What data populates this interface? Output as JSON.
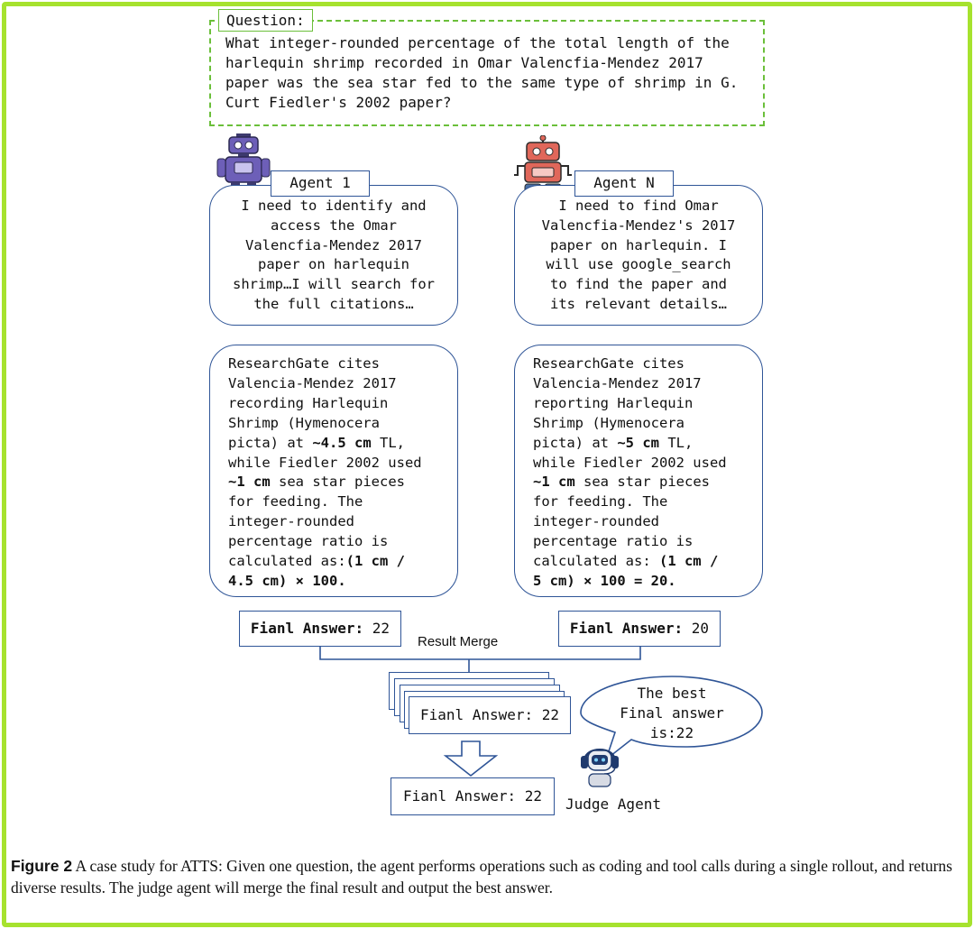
{
  "question": {
    "label": "Question:",
    "text": "What integer-rounded percentage of the total length of the\nharlequin shrimp recorded in Omar Valencfia-Mendez 2017\npaper was the sea star fed to the same type of shrimp in G.\nCurt Fiedler's 2002 paper?"
  },
  "agent_1": {
    "tag": "Agent 1",
    "thought": "I need to identify and\naccess the Omar\nValencfia-Mendez 2017\npaper on harlequin\nshrimp…I will search for\nthe full citations…",
    "reasoning": {
      "pre": "ResearchGate cites\nValencia-Mendez 2017\nrecording Harlequin\nShrimp (Hymenocera\npicta) at ",
      "b1": "~4.5 cm",
      "mid1": " TL,\nwhile Fiedler 2002 used\n",
      "b2": "~1 cm",
      "mid2": " sea star pieces\nfor feeding. The\ninteger-rounded\npercentage ratio is\ncalculated as:",
      "b3": "(1 cm /\n4.5 cm) × 100."
    },
    "answer_label": "Fianl Answer:",
    "answer_value": " 22"
  },
  "agent_n": {
    "tag": "Agent N",
    "thought": "I need to find Omar\nValencfia-Mendez's 2017\npaper on harlequin. I\nwill use google_search\nto find the paper and\nits relevant details…",
    "reasoning": {
      "pre": "ResearchGate cites\nValencia-Mendez 2017\nreporting Harlequin\nShrimp (Hymenocera\npicta) at ",
      "b1": "~5 cm",
      "mid1": " TL,\nwhile Fiedler 2002 used\n",
      "b2": "~1 cm",
      "mid2": " sea star pieces\nfor feeding. The\ninteger-rounded\npercentage ratio is\ncalculated as: ",
      "b3": "(1 cm /\n5 cm) × 100 = 20."
    },
    "answer_label": "Fianl Answer:",
    "answer_value": " 20"
  },
  "merge": {
    "label": "Result Merge",
    "merged_answer": "Fianl Answer: 22"
  },
  "judge": {
    "speech": "The best\nFinal answer\nis:22",
    "label": "Judge Agent",
    "final_answer": "Fianl Answer: 22"
  },
  "caption": {
    "label": "Figure 2",
    "text": "  A case study for ATTS: Given one question, the agent performs operations such as coding and tool calls during a single rollout, and returns diverse results. The judge agent will merge the final result and output the best answer."
  },
  "colors": {
    "frame": "#a6e22e",
    "dashed": "#6bbf3a",
    "box_stroke": "#2f5597",
    "robot_1": "#6d5fb8",
    "robot_n": "#e0675a"
  }
}
